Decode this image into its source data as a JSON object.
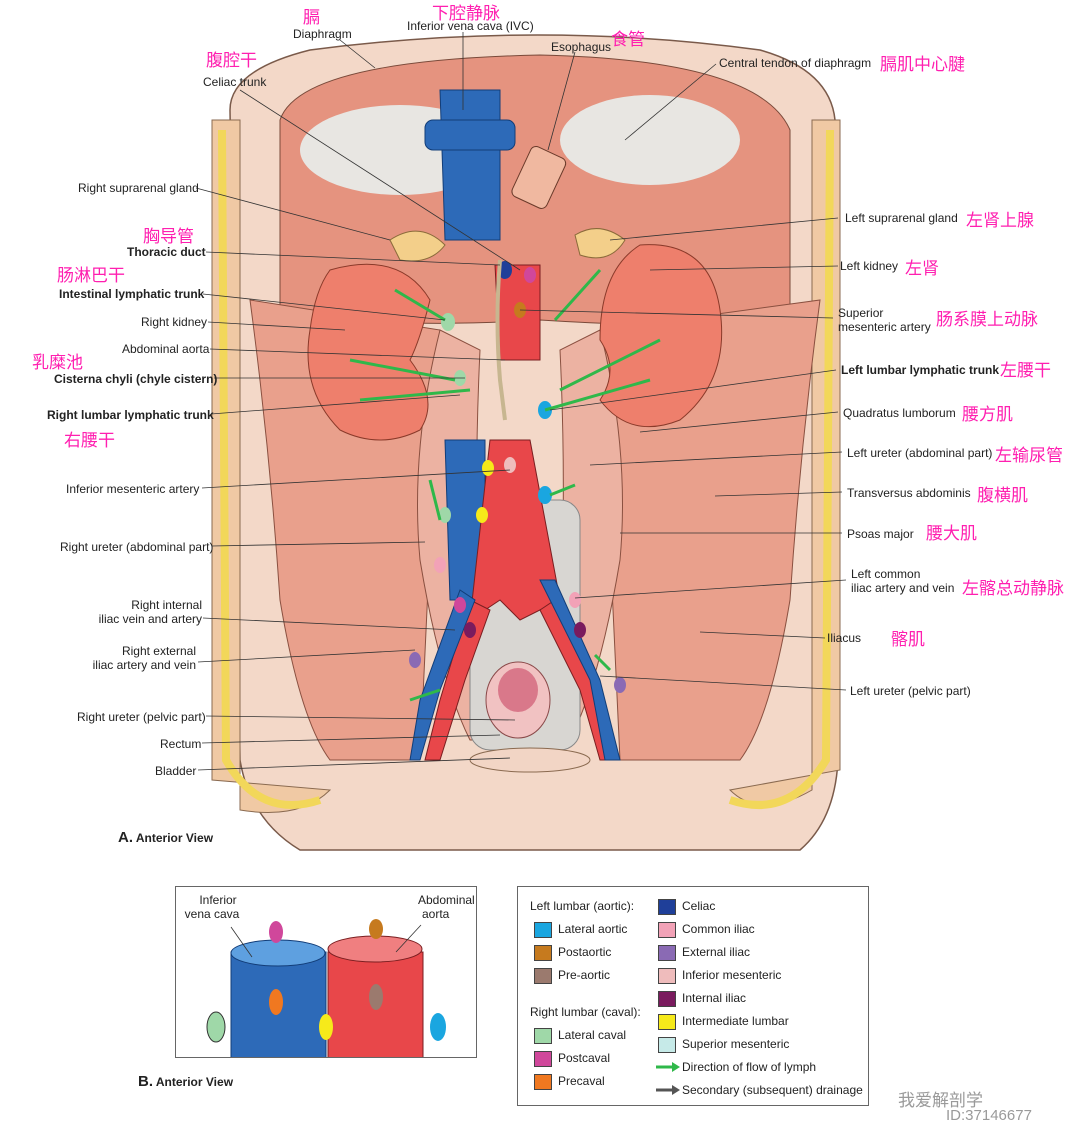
{
  "labels": {
    "diaphragm_zh": "膈",
    "diaphragm": "Diaphragm",
    "ivc_zh": "下腔静脉",
    "ivc": "Inferior vena cava (IVC)",
    "esophagus": "Esophagus",
    "esophagus_zh": "食管",
    "central_tendon": "Central tendon of diaphragm",
    "central_tendon_zh": "膈肌中心腱",
    "celiac_zh": "腹腔干",
    "celiac": "Celiac trunk",
    "r_suprarenal": "Right suprarenal gland",
    "l_suprarenal": "Left suprarenal gland",
    "l_suprarenal_zh": "左肾上腺",
    "thoracic_duct_zh": "胸导管",
    "thoracic_duct": "Thoracic duct",
    "l_kidney": "Left kidney",
    "l_kidney_zh": "左肾",
    "intestinal_zh": "肠淋巴干",
    "intestinal": "Intestinal lymphatic trunk",
    "sma_1": "Superior",
    "sma_2": "mesenteric artery",
    "sma_zh": "肠系膜上动脉",
    "r_kidney": "Right kidney",
    "abd_aorta": "Abdominal aorta",
    "cisterna_zh": "乳糜池",
    "cisterna": "Cisterna chyli (chyle cistern)",
    "l_lumbar_trunk": "Left lumbar lymphatic trunk",
    "l_lumbar_trunk_zh": "左腰干",
    "r_lumbar_trunk": "Right lumbar lymphatic trunk",
    "r_lumbar_trunk_zh": "右腰干",
    "quadratus": "Quadratus lumborum",
    "quadratus_zh": "腰方肌",
    "l_ureter_abd": "Left ureter (abdominal part)",
    "l_ureter_abd_zh": "左输尿管",
    "ima": "Inferior mesenteric artery",
    "transversus": "Transversus abdominis",
    "transversus_zh": "腹横肌",
    "r_ureter_abd": "Right ureter (abdominal part)",
    "psoas": "Psoas major",
    "psoas_zh": "腰大肌",
    "l_common_1": "Left common",
    "l_common_2": "iliac artery and vein",
    "l_common_zh": "左髂总动静脉",
    "r_internal_1": "Right internal",
    "r_internal_2": "iliac vein and artery",
    "iliacus": "Iliacus",
    "iliacus_zh": "髂肌",
    "r_external_1": "Right external",
    "r_external_2": "iliac artery and vein",
    "l_ureter_pelvic": "Left ureter (pelvic part)",
    "r_ureter_pelvic": "Right ureter (pelvic part)",
    "rectum": "Rectum",
    "bladder": "Bladder"
  },
  "captions": {
    "a_letter": "A.",
    "a_text": "Anterior View",
    "b_letter": "B.",
    "b_text": "Anterior View"
  },
  "inset": {
    "ivc_1": "Inferior",
    "ivc_2": "vena cava",
    "aorta_1": "Abdominal",
    "aorta_2": "aorta"
  },
  "legend": {
    "left_header": "Left lumbar (aortic):",
    "left_items": [
      {
        "label": "Lateral aortic",
        "color": "#1aa6e0"
      },
      {
        "label": "Postaortic",
        "color": "#c67a1e"
      },
      {
        "label": "Pre-aortic",
        "color": "#9b7a6e"
      }
    ],
    "right_header": "Right lumbar (caval):",
    "right_items": [
      {
        "label": "Lateral caval",
        "color": "#9fd8a8"
      },
      {
        "label": "Postcaval",
        "color": "#d0479b"
      },
      {
        "label": "Precaval",
        "color": "#f07820"
      }
    ],
    "groups": [
      {
        "label": "Celiac",
        "color": "#1f3f99"
      },
      {
        "label": "Common iliac",
        "color": "#f2a2b7"
      },
      {
        "label": "External iliac",
        "color": "#8a6ab4"
      },
      {
        "label": "Inferior mesenteric",
        "color": "#efbcbc"
      },
      {
        "label": "Internal iliac",
        "color": "#7a1b5e"
      },
      {
        "label": "Intermediate lumbar",
        "color": "#f6ea1a"
      },
      {
        "label": "Superior mesenteric",
        "color": "#c6eae8"
      }
    ],
    "flow_label": "Direction of flow of lymph",
    "secondary_label": "Secondary (subsequent) drainage",
    "flow_color": "#2fb84a",
    "secondary_color": "#555555"
  },
  "watermark": {
    "line1": "我爱解剖学",
    "line2": "ID:37146677"
  },
  "colors": {
    "vein": "#2d6ab8",
    "artery": "#e8474a",
    "muscle": "#e8907a",
    "kidney": "#ee7f6c",
    "chinese_label": "#ff1fb0"
  }
}
